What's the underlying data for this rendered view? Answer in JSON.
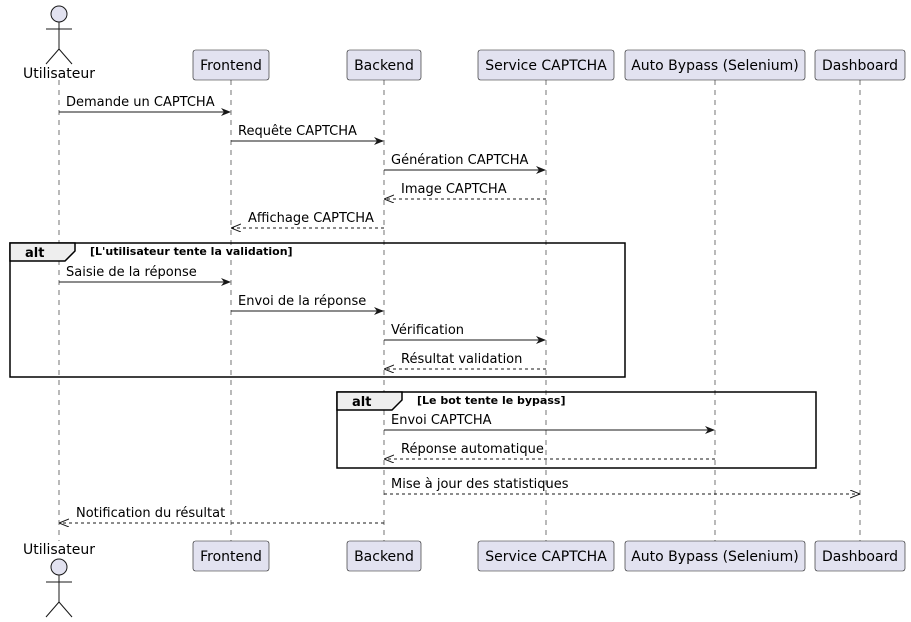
{
  "participants": [
    {
      "name": "Utilisateur",
      "kind": "actor"
    },
    {
      "name": "Frontend",
      "kind": "participant"
    },
    {
      "name": "Backend",
      "kind": "participant"
    },
    {
      "name": "Service CAPTCHA",
      "kind": "participant"
    },
    {
      "name": "Auto Bypass (Selenium)",
      "kind": "participant"
    },
    {
      "name": "Dashboard",
      "kind": "participant"
    }
  ],
  "messages": [
    {
      "from": "Utilisateur",
      "to": "Frontend",
      "text": "Demande un CAPTCHA",
      "style": "solid"
    },
    {
      "from": "Frontend",
      "to": "Backend",
      "text": "Requête CAPTCHA",
      "style": "solid"
    },
    {
      "from": "Backend",
      "to": "Service CAPTCHA",
      "text": "Génération CAPTCHA",
      "style": "solid"
    },
    {
      "from": "Service CAPTCHA",
      "to": "Backend",
      "text": "Image CAPTCHA",
      "style": "dashed"
    },
    {
      "from": "Backend",
      "to": "Frontend",
      "text": "Affichage CAPTCHA",
      "style": "dashed"
    },
    {
      "from": "Utilisateur",
      "to": "Frontend",
      "text": "Saisie de la réponse",
      "style": "solid"
    },
    {
      "from": "Frontend",
      "to": "Backend",
      "text": "Envoi de la réponse",
      "style": "solid"
    },
    {
      "from": "Backend",
      "to": "Service CAPTCHA",
      "text": "Vérification",
      "style": "solid"
    },
    {
      "from": "Service CAPTCHA",
      "to": "Backend",
      "text": "Résultat validation",
      "style": "dashed"
    },
    {
      "from": "Backend",
      "to": "Auto Bypass (Selenium)",
      "text": "Envoi CAPTCHA",
      "style": "solid"
    },
    {
      "from": "Auto Bypass (Selenium)",
      "to": "Backend",
      "text": "Réponse automatique",
      "style": "dashed"
    },
    {
      "from": "Backend",
      "to": "Dashboard",
      "text": "Mise à jour des statistiques",
      "style": "dashed"
    },
    {
      "from": "Backend",
      "to": "Utilisateur",
      "text": "Notification du résultat",
      "style": "dashed"
    }
  ],
  "fragments": [
    {
      "keyword": "alt",
      "condition": "[L'utilisateur tente la validation]"
    },
    {
      "keyword": "alt",
      "condition": "[Le bot tente le bypass]"
    }
  ],
  "colors": {
    "participant_fill": "#E2E2F0",
    "participant_border": "#181818",
    "lifeline": "#181818",
    "arrow": "#181818"
  }
}
